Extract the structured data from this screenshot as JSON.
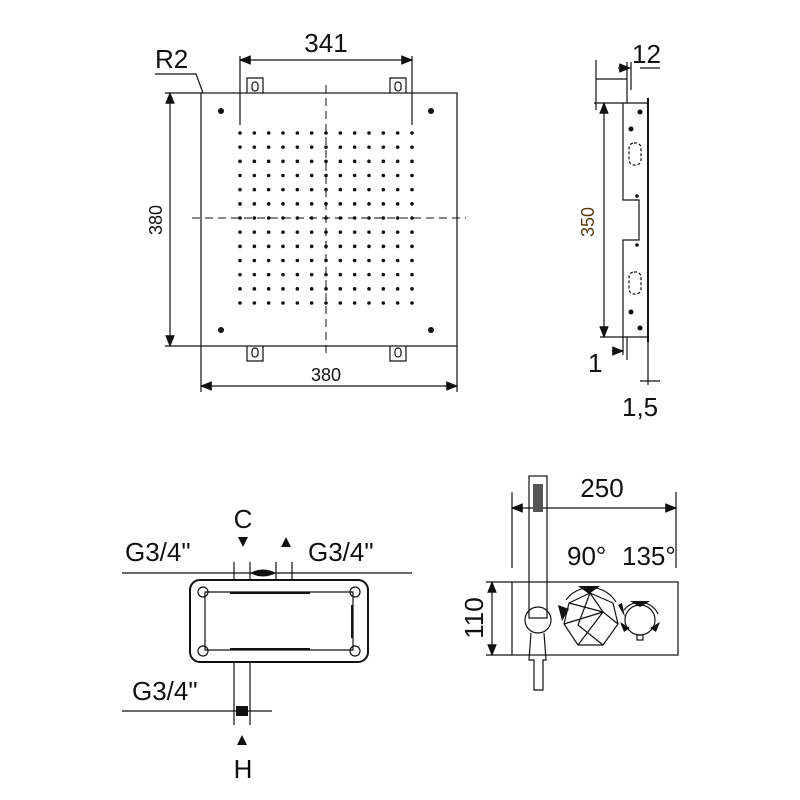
{
  "front_view": {
    "label_radius": "R2",
    "dim_hole_spacing": "341",
    "dim_height": "380",
    "dim_width": "380",
    "nozzle_grid": {
      "rows": 13,
      "cols": 13
    }
  },
  "side_view": {
    "dim_depth": "12",
    "dim_height": "350",
    "dim_bottom": "1",
    "dim_thickness": "1,5"
  },
  "valve_view": {
    "label_top": "C",
    "label_left_top": "G3/4\"",
    "label_right_top": "G3/4\"",
    "label_left_bottom": "G3/4\"",
    "label_bottom": "H"
  },
  "control_view": {
    "dim_width": "250",
    "dim_height": "110",
    "angle_1": "90°",
    "angle_2": "135°"
  },
  "colors": {
    "line": "#111111",
    "dim_350": "#5a3a10"
  }
}
